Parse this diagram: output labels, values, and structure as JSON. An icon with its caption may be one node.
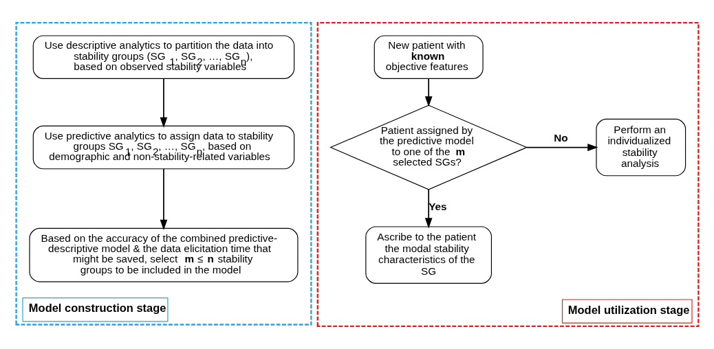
{
  "diagram": {
    "nodes": [
      {
        "text": [
          "Model construction stage"
        ]
      },
      {
        "text": [
          "Use descriptive analytics to partition the data into stability groups (SG$_{1}$, SG$_{2}$, …, SG$_{n}$), based on observed stability variables"
        ],
        "in": 0
      },
      {
        "text": [
          "Use predictive analytics to assign data to stability groups SG$_{1}$, SG$_{2}$, …, SG$_{n}$, based on demographic and non-stability-related variables"
        ],
        "in": 0
      },
      {
        "text": [
          "Based on the accuracy of the combined predictive-descriptive model & the data elicitation time that might be saved, select **m** ≤ **n** stability groups to be included in the model"
        ],
        "in": 0
      },
      {
        "text": [
          "Model utilization stage"
        ]
      },
      {
        "text": [
          "New patient with **known** objective features"
        ],
        "in": 4
      },
      {
        "text": [
          "Patient assigned by the predictive model to one of the **m** selected SGs?"
        ],
        "in": 4
      },
      {
        "text": [
          "Perform an individualized stability analysis"
        ],
        "in": 4
      },
      {
        "text": [
          "Ascribe to the patient the modal stability characteristics of the SG"
        ],
        "in": 4
      }
    ],
    "edges": [
      {
        "from": 1,
        "to": 2,
        "arrow": "to"
      },
      {
        "from": 2,
        "to": 3,
        "arrow": "to"
      },
      {
        "from": 5,
        "to": 6,
        "arrow": "to"
      },
      {
        "from": 6,
        "to": 7,
        "arrow": "to",
        "label": "No"
      },
      {
        "from": 6,
        "to": 8,
        "arrow": "to",
        "label": "Yes"
      }
    ]
  }
}
